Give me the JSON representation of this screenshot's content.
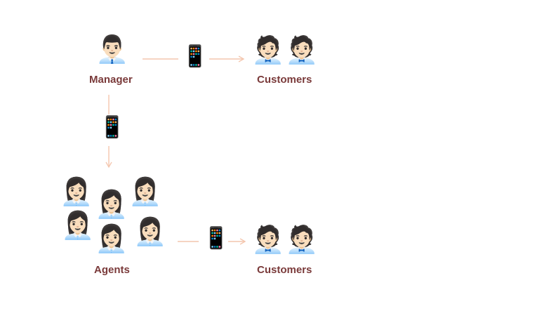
{
  "nodes": {
    "manager": {
      "label": "Manager",
      "emoji": "👨🏻‍💼"
    },
    "customers_top": {
      "label": "Customers",
      "emoji": "🧑🏻‍💼"
    },
    "agents": {
      "label": "Agents",
      "emoji": "👩🏻‍💼"
    },
    "customers_bottom": {
      "label": "Customers",
      "emoji": "🧑🏻‍💼"
    }
  },
  "phone_emoji": "📱",
  "colors": {
    "arrow": "#f4c6ae",
    "label": "#7a3a3a"
  }
}
